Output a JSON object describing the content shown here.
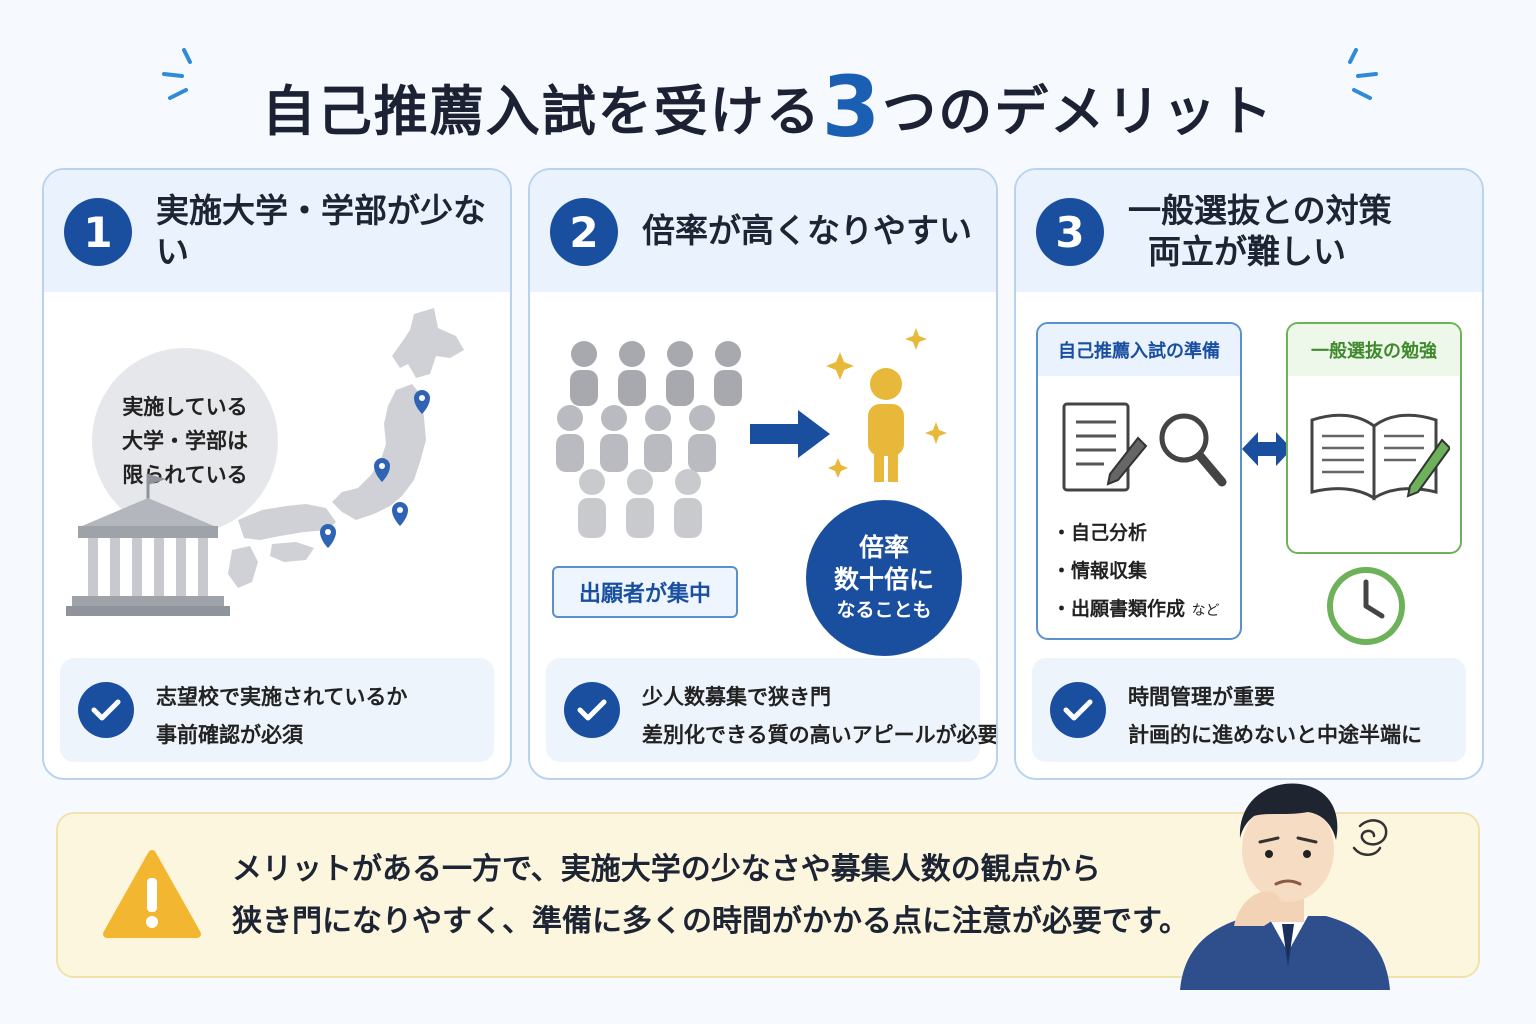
{
  "title": {
    "before": "自己推薦入試を受ける",
    "number": "3",
    "after": "つのデメリット"
  },
  "panels": [
    {
      "number": "1",
      "title": "実施大学・学部が少ない",
      "bubble_lines": [
        "実施している",
        "大学・学部は",
        "限られている"
      ],
      "note_lines": [
        "志望校で実施されているか",
        "事前確認が必須"
      ]
    },
    {
      "number": "2",
      "title": "倍率が高くなりやすい",
      "tag": "出願者が集中",
      "circle_lines": [
        "倍率",
        "数十倍に",
        "なることも"
      ],
      "note_lines": [
        "少人数募集で狭き門",
        "差別化できる質の高いアピールが必要"
      ]
    },
    {
      "number": "3",
      "title_lines": [
        "一般選抜との対策",
        "両立が難しい"
      ],
      "box_left": {
        "title": "自己推薦入試の準備",
        "items": [
          "・自己分析",
          "・情報収集",
          "・出願書類作成"
        ],
        "items_suffix": "など"
      },
      "box_right": {
        "title": "一般選抜の勉強"
      },
      "note_lines": [
        "時間管理が重要",
        "計画的に進めないと中途半端に"
      ]
    }
  ],
  "warning": {
    "lines": [
      "メリットがある一方で、実施大学の少なさや募集人数の観点から",
      "狭き門になりやすく、準備に多くの時間がかかる点に注意が必要です。"
    ]
  },
  "colors": {
    "primary": "#1a4fa0",
    "accent": "#1a5fb4",
    "green": "#6db25a",
    "gold": "#e8b83a",
    "warning_bg": "#fdf6df",
    "warning_icon": "#f2b630"
  },
  "icons": [
    "sparkle-icon",
    "map-pin-icon",
    "university-building-icon",
    "people-crowd-icon",
    "arrow-right-icon",
    "person-icon",
    "star-icon",
    "check-icon",
    "document-pencil-icon",
    "magnifier-icon",
    "double-arrow-icon",
    "open-book-icon",
    "clock-icon",
    "warning-icon",
    "worried-man-icon"
  ]
}
